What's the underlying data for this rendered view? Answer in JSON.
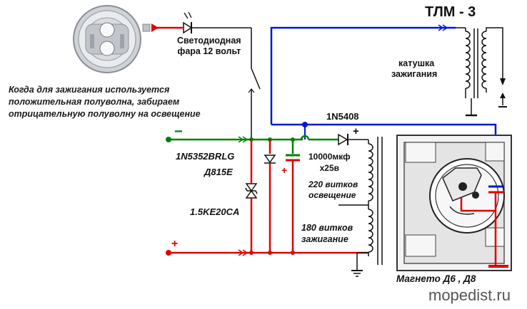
{
  "title": "ТЛМ - 3",
  "headlight": {
    "label_line1": "Светодиодная",
    "label_line2": "фара 12 вольт"
  },
  "coil": {
    "label_line1": "катушка",
    "label_line2": "зажигания"
  },
  "note": {
    "line1": "Когда для зажигания используется",
    "line2": "положительная полуволна, забираем",
    "line3": "отрицательную полуволну на освещение"
  },
  "parts": {
    "diode_top": "1N5408",
    "zener1": "1N5352BRLG",
    "zener2": "Д815Е",
    "tvs": "1.5KE20CA",
    "cap_line1": "10000мкф",
    "cap_line2": "х25в"
  },
  "windings": {
    "lighting_line1": "220 витков",
    "lighting_line2": "освещение",
    "ignition_line1": "180 витков",
    "ignition_line2": "зажигание"
  },
  "magneto": "Магнето Д6 , Д8",
  "watermark": "mopedist.ru",
  "polarity": {
    "minus": "−",
    "plus": "+",
    "cap_plus": "+",
    "diode_plus": "+"
  },
  "colors": {
    "red": "#e00000",
    "blue": "#0018d0",
    "green": "#008000",
    "black": "#111111"
  }
}
